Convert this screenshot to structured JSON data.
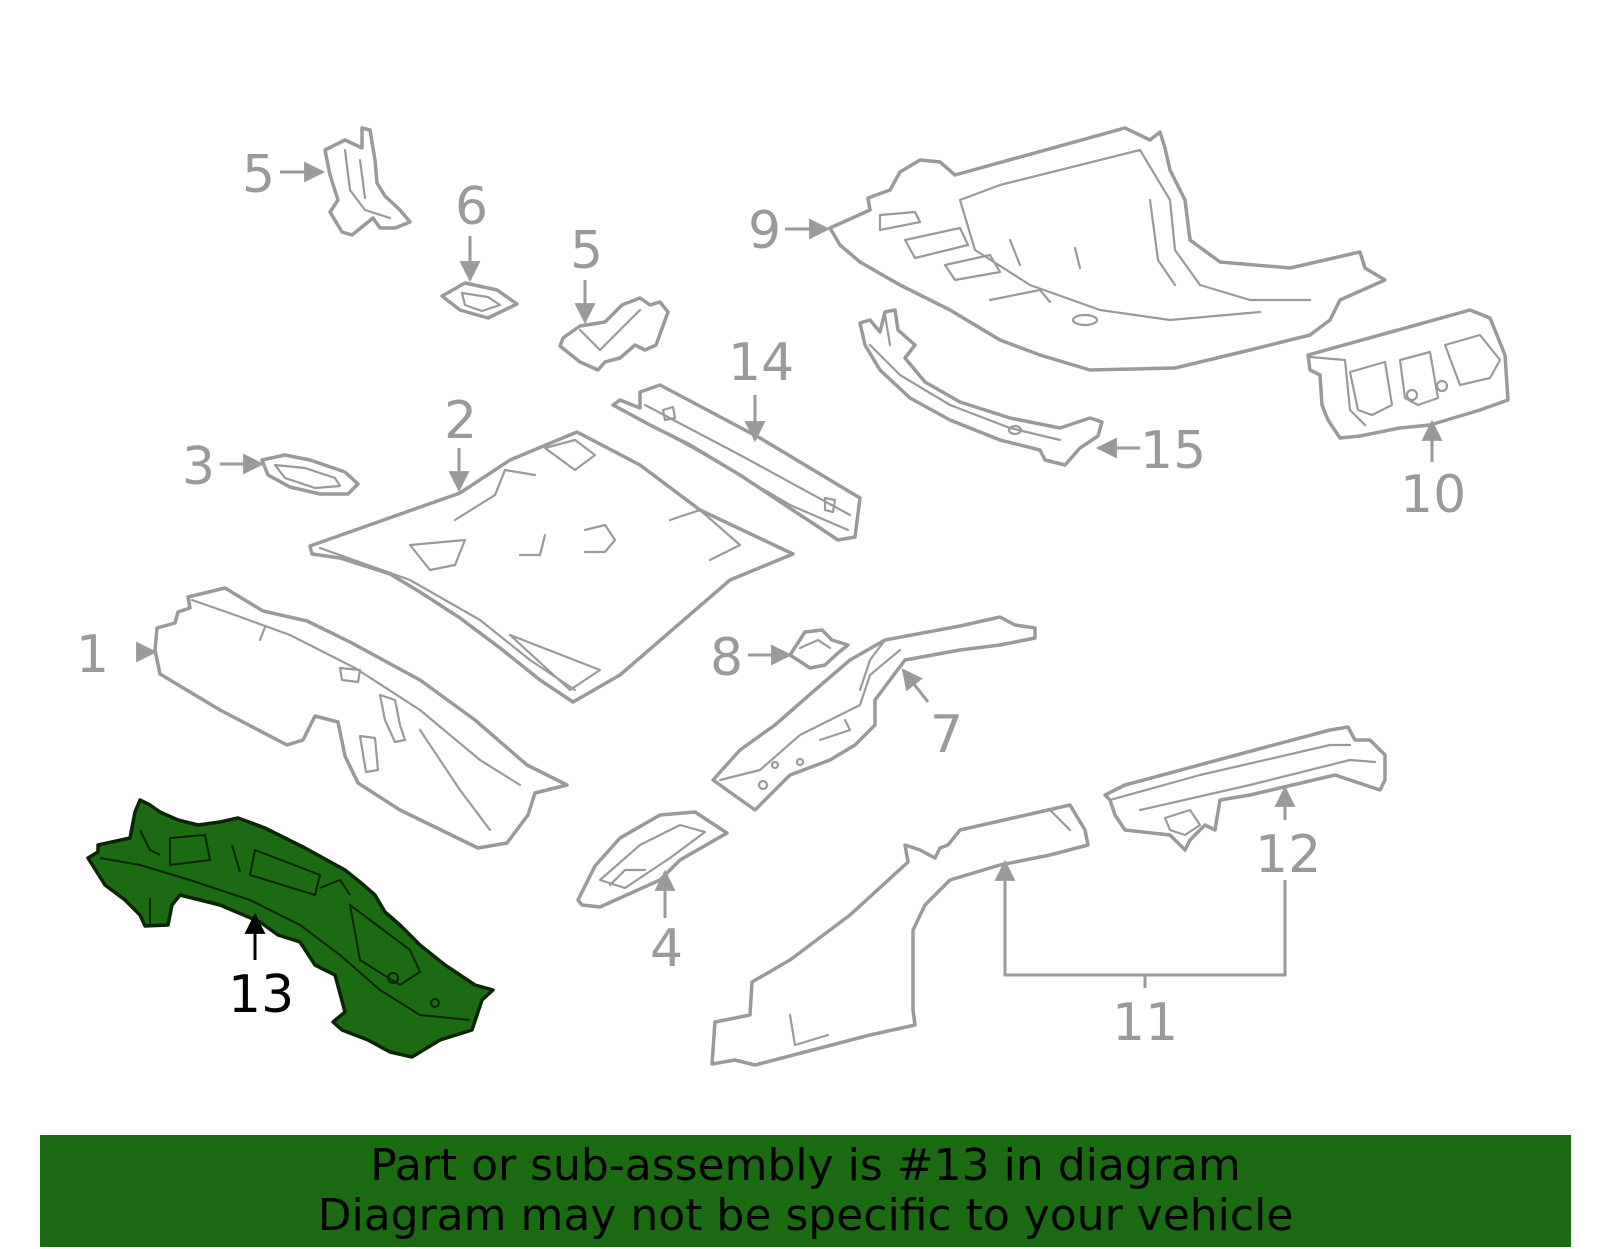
{
  "callouts": [
    {
      "id": "1",
      "label": "1"
    },
    {
      "id": "2",
      "label": "2"
    },
    {
      "id": "3",
      "label": "3"
    },
    {
      "id": "4",
      "label": "4"
    },
    {
      "id": "5a",
      "label": "5"
    },
    {
      "id": "5b",
      "label": "5"
    },
    {
      "id": "6",
      "label": "6"
    },
    {
      "id": "7",
      "label": "7"
    },
    {
      "id": "8",
      "label": "8"
    },
    {
      "id": "9",
      "label": "9"
    },
    {
      "id": "10",
      "label": "10"
    },
    {
      "id": "11",
      "label": "11"
    },
    {
      "id": "12",
      "label": "12"
    },
    {
      "id": "13",
      "label": "13"
    },
    {
      "id": "14",
      "label": "14"
    },
    {
      "id": "15",
      "label": "15"
    }
  ],
  "highlighted_part": "13",
  "colors": {
    "highlight": "#1b6b12",
    "parts": "#9a9a9a",
    "banner": "#1b6b12"
  },
  "banner": {
    "line1": "Part or sub-assembly is #13 in diagram",
    "line2": "Diagram may not be specific to your vehicle"
  }
}
